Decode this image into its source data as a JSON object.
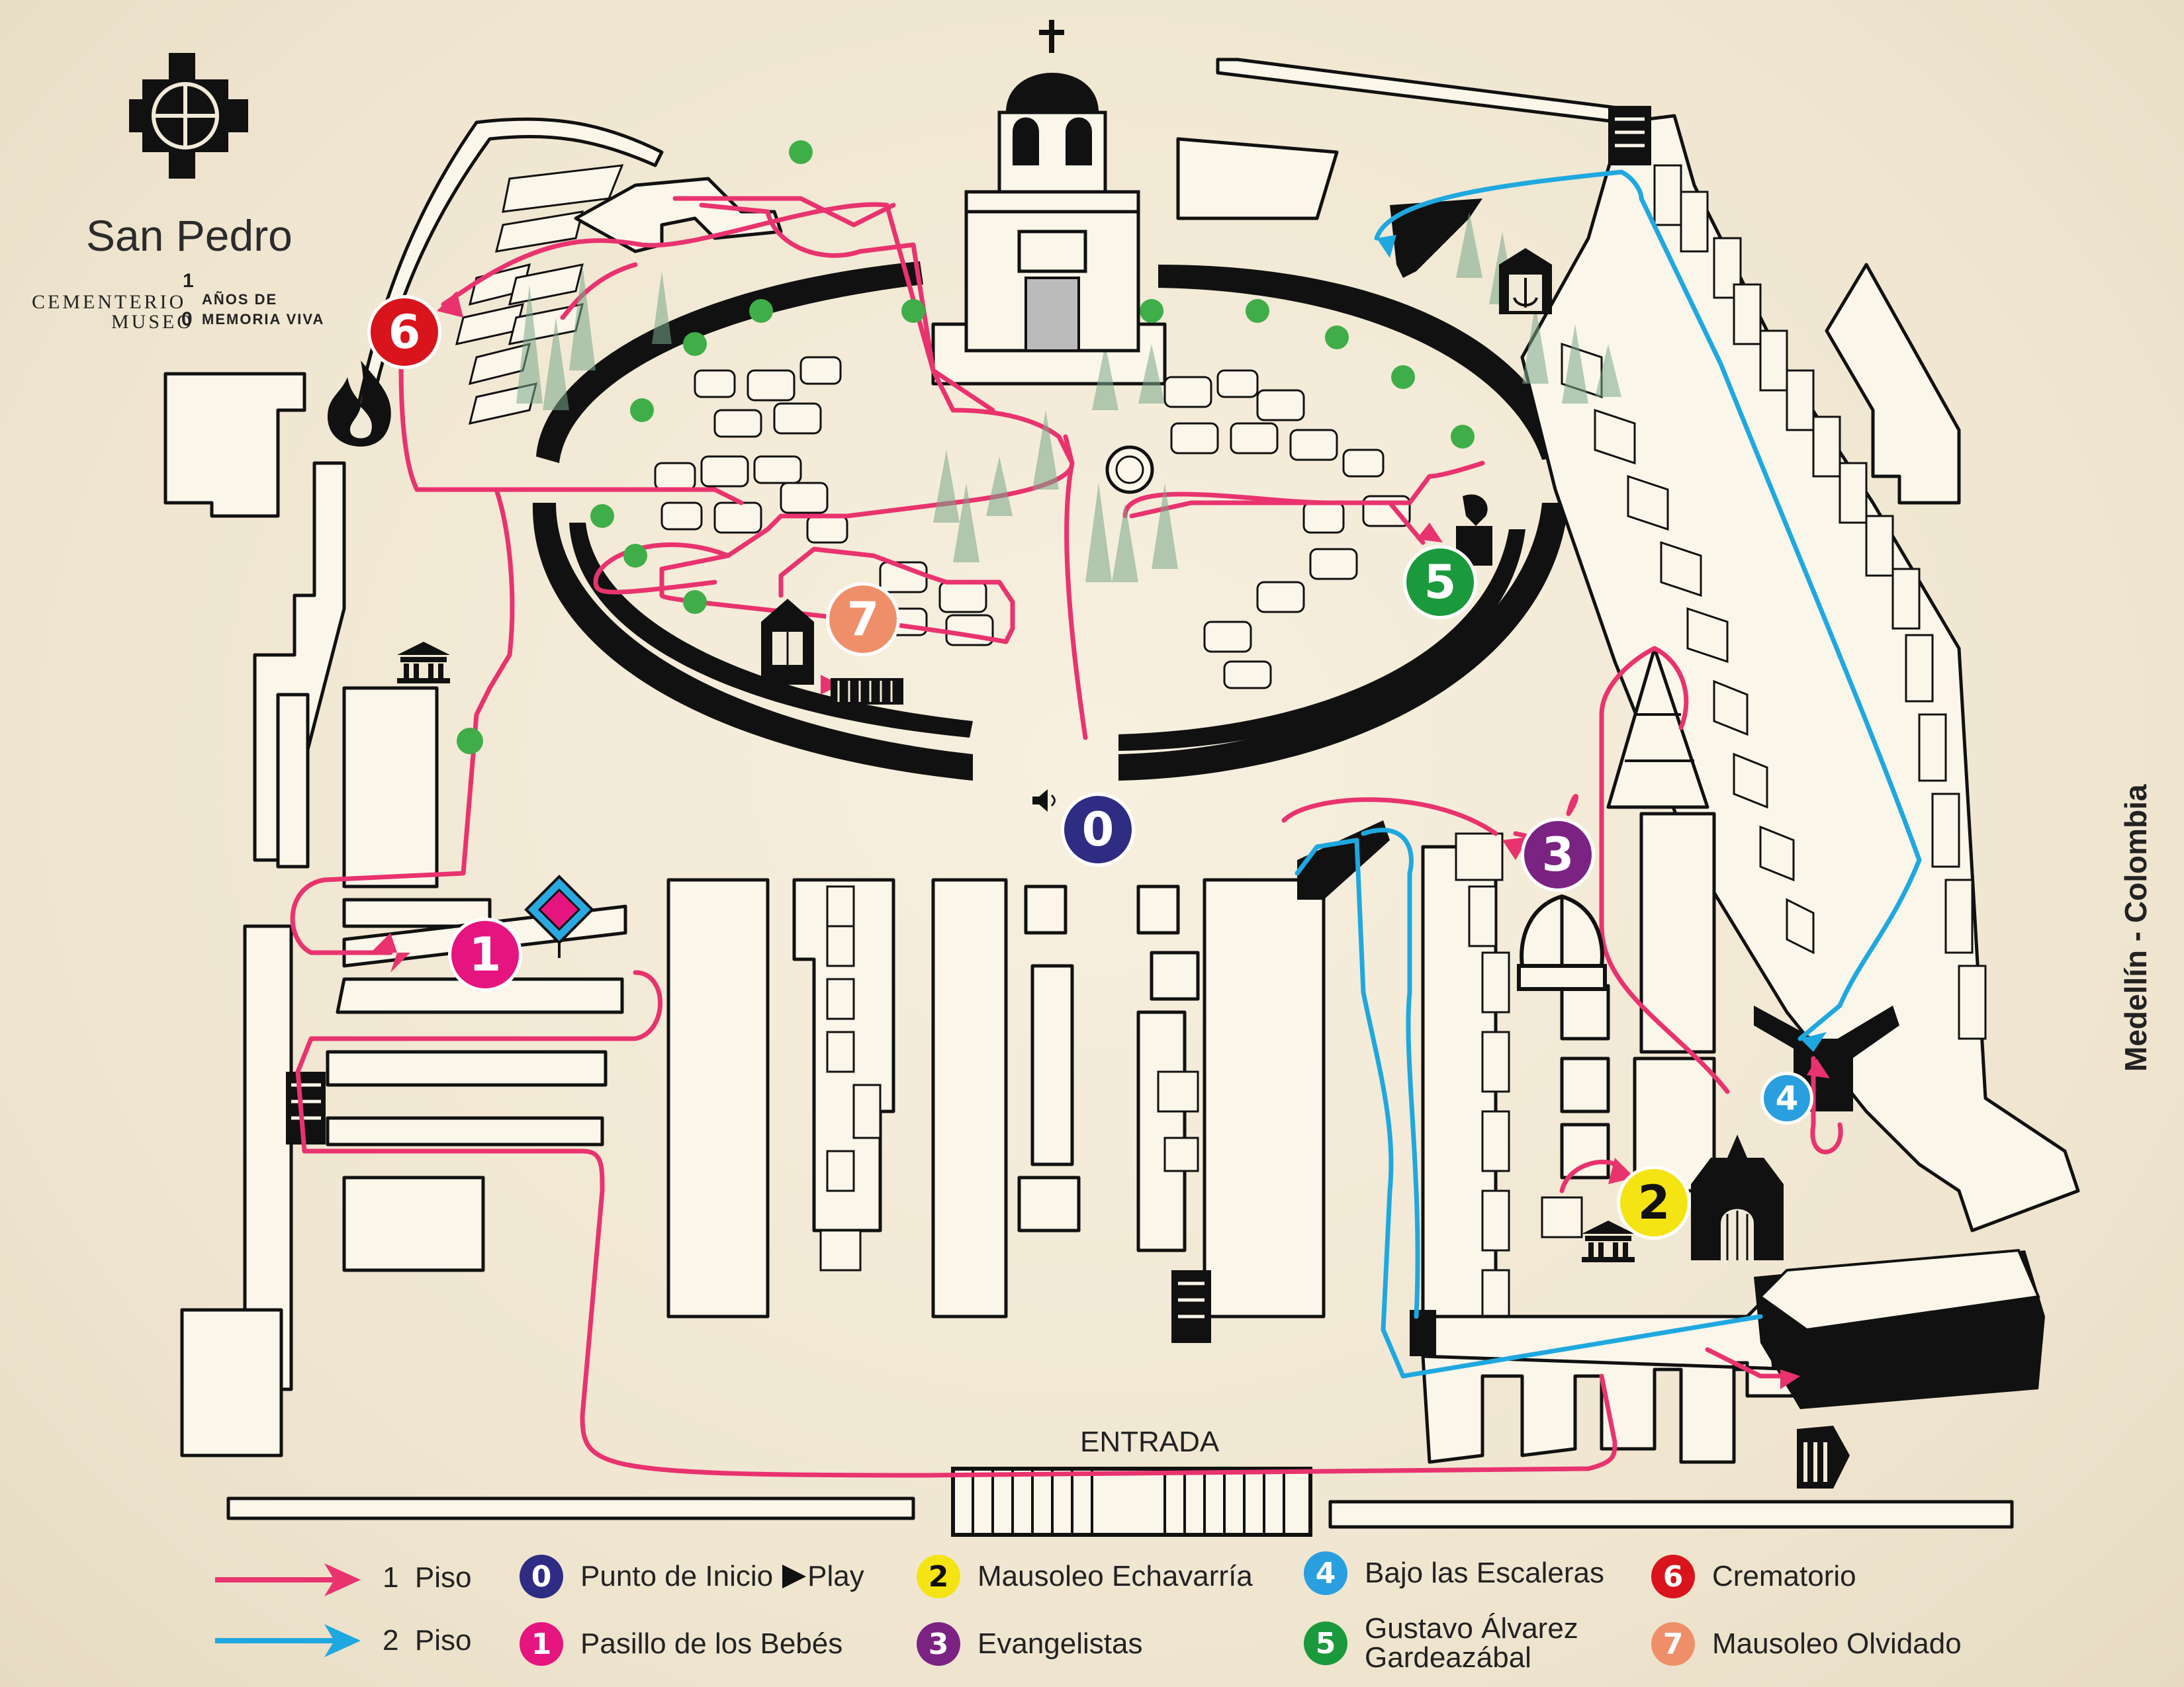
{
  "brand": {
    "name": "San Pedro",
    "sub1": "CEMENTERIO",
    "sub2": "MUSEO",
    "years_digit_top": "1",
    "years_digit_bottom": "0",
    "tagline1": "AÑOS DE",
    "tagline2": "MEMORIA VIVA"
  },
  "map": {
    "entrance_label": "ENTRADA",
    "location_label": "Medellín - Colombia",
    "route_colors": {
      "floor1": "#e8336e",
      "floor2": "#1fa8e0"
    }
  },
  "stops": [
    {
      "number": "0",
      "color": "#2e2d83"
    },
    {
      "number": "1",
      "color": "#e6147f"
    },
    {
      "number": "2",
      "color": "#f5e414"
    },
    {
      "number": "3",
      "color": "#7b2383"
    },
    {
      "number": "4",
      "color": "#2a9fe0"
    },
    {
      "number": "5",
      "color": "#1a9a3c"
    },
    {
      "number": "6",
      "color": "#d9141c"
    },
    {
      "number": "7",
      "color": "#ef8f6a"
    }
  ],
  "legend": {
    "floor1": "1  Piso",
    "floor2": "2  Piso",
    "items": [
      {
        "number": "0",
        "label": "Punto de Inicio",
        "extra": "Play",
        "color": "#2e2d83"
      },
      {
        "number": "1",
        "label": "Pasillo de los Bebés",
        "color": "#e6147f"
      },
      {
        "number": "2",
        "label": "Mausoleo Echavarría",
        "color": "#f5e414"
      },
      {
        "number": "3",
        "label": "Evangelistas",
        "color": "#7b2383"
      },
      {
        "number": "4",
        "label": "Bajo las Escaleras",
        "color": "#2a9fe0"
      },
      {
        "number": "5",
        "label": "Gustavo Álvarez",
        "label2": "Gardeazábal",
        "color": "#1a9a3c"
      },
      {
        "number": "6",
        "label": "Crematorio",
        "color": "#d9141c"
      },
      {
        "number": "7",
        "label": "Mausoleo Olvidado",
        "color": "#ef8f6a"
      }
    ]
  }
}
